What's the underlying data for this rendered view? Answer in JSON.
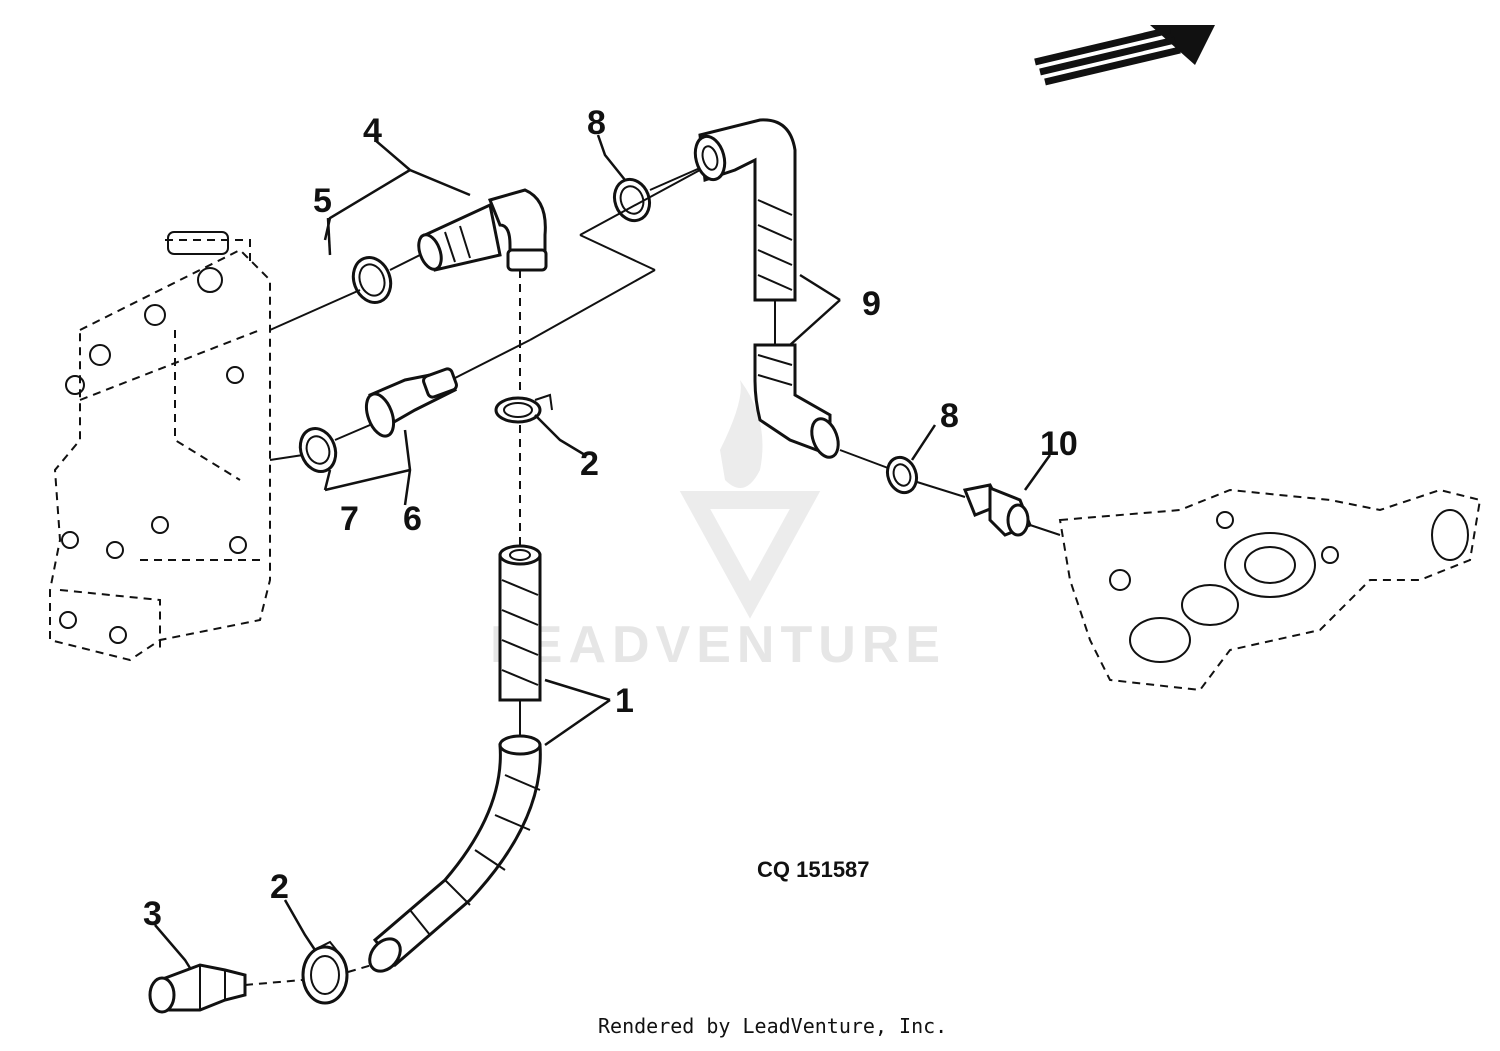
{
  "diagram": {
    "callouts": [
      {
        "id": "c1",
        "text": "1"
      },
      {
        "id": "c2a",
        "text": "2"
      },
      {
        "id": "c2b",
        "text": "2"
      },
      {
        "id": "c3",
        "text": "3"
      },
      {
        "id": "c4",
        "text": "4"
      },
      {
        "id": "c5",
        "text": "5"
      },
      {
        "id": "c6",
        "text": "6"
      },
      {
        "id": "c7",
        "text": "7"
      },
      {
        "id": "c8a",
        "text": "8"
      },
      {
        "id": "c8b",
        "text": "8"
      },
      {
        "id": "c9",
        "text": "9"
      },
      {
        "id": "c10",
        "text": "10"
      }
    ],
    "figure_id": "CQ 151587",
    "credit": "Rendered by LeadVenture, Inc.",
    "watermark": "LEADVENTURE"
  },
  "colors": {
    "line": "#111111",
    "background": "#ffffff",
    "watermark": "#e6e6e6"
  },
  "icons": [
    "direction-arrow-icon",
    "leadventure-logo-icon"
  ]
}
